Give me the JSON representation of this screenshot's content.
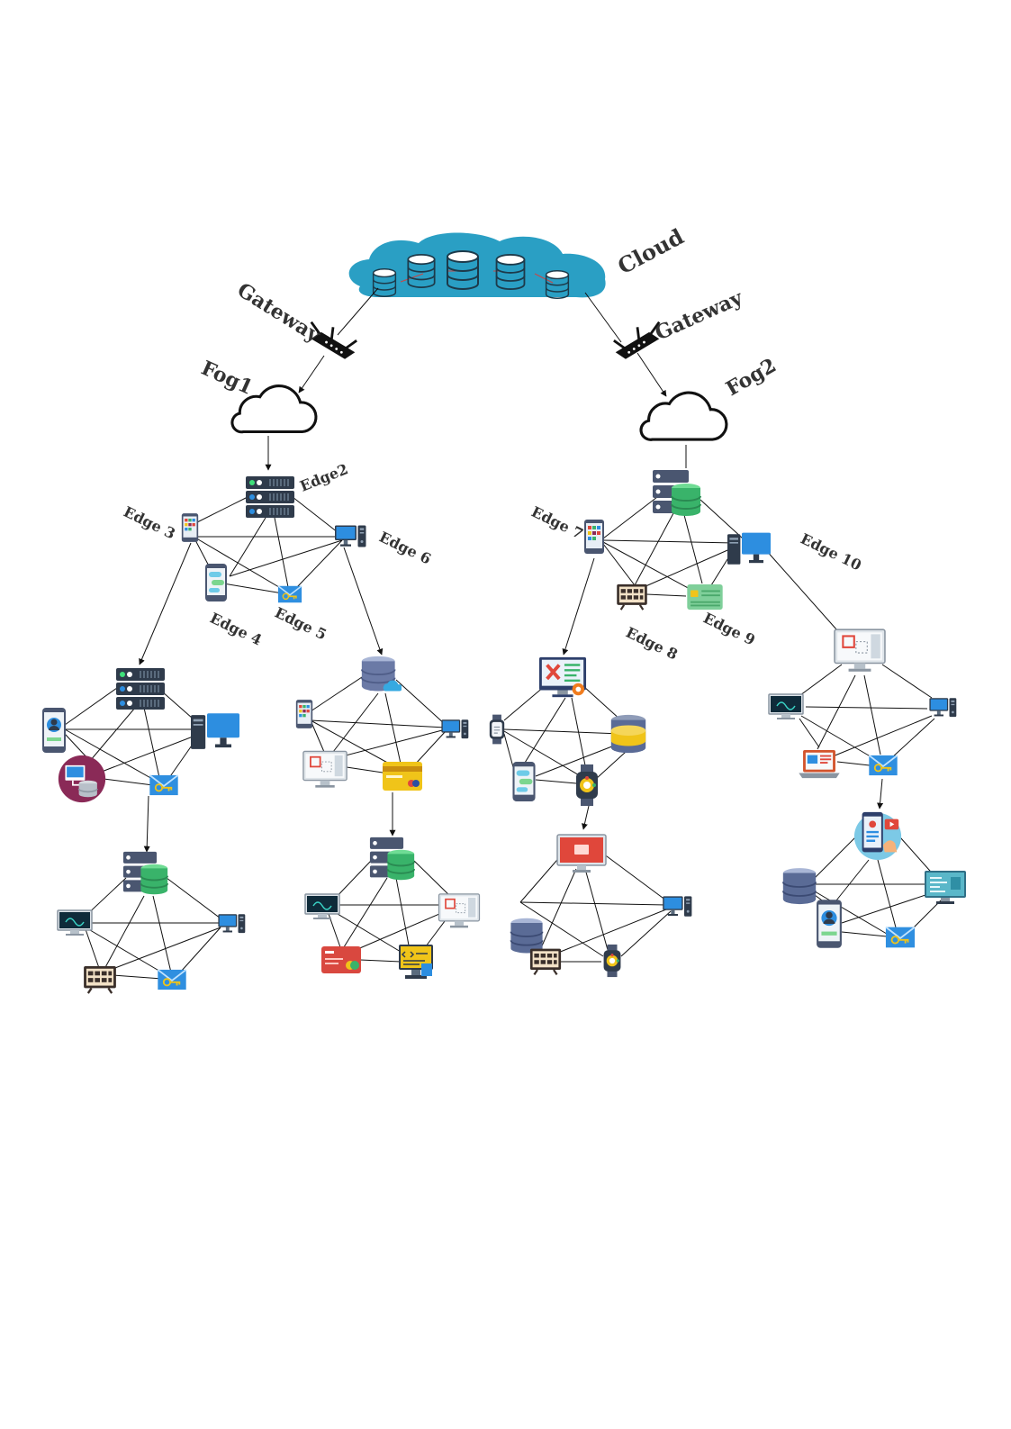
{
  "labels": {
    "cloud": "Cloud",
    "gateway_left": "Gateway",
    "gateway_right": "Gateway",
    "fog1": "Fog1",
    "fog2": "Fog2",
    "edge2": "Edge2",
    "edge3": "Edge 3",
    "edge4": "Edge 4",
    "edge5": "Edge 5",
    "edge6": "Edge 6",
    "edge7": "Edge 7",
    "edge8": "Edge 8",
    "edge9": "Edge 9",
    "edge10": "Edge 10"
  },
  "colors": {
    "cloud_fill": "#2a9fc4",
    "server_dark": "#2f3b4b",
    "db_green": "#39b36a",
    "db_blue": "#5a6b96",
    "monitor_blue": "#2d8ee0",
    "card_yellow": "#f0c419",
    "screen_red": "#e0473b",
    "badge_purple": "#8a2a57"
  },
  "icons": [
    "database-icon",
    "router-icon",
    "fog-cloud-icon",
    "server-rack-icon",
    "smartphone-icon",
    "desktop-pc-icon",
    "monitor-icon",
    "envelope-key-icon",
    "database-cloud-icon",
    "credit-card-icon",
    "smartwatch-icon",
    "keyboard-tv-icon",
    "tools-screen-icon",
    "laptop-icon",
    "code-screen-icon"
  ]
}
